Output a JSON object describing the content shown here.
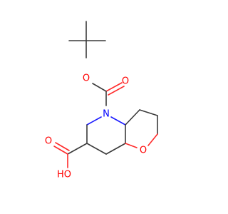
{
  "atoms": {
    "n_label": "N",
    "o_carbamate_ether": "O",
    "o_carbamate_carbonyl": "O",
    "o_acid_carbonyl": "O",
    "oh_acid": "HO",
    "o_furan_ring": "O"
  },
  "colors": {
    "bond": "#3a3a3a",
    "oxygen": "#ff0000",
    "nitrogen": "#0000ff",
    "background": "#ffffff"
  }
}
